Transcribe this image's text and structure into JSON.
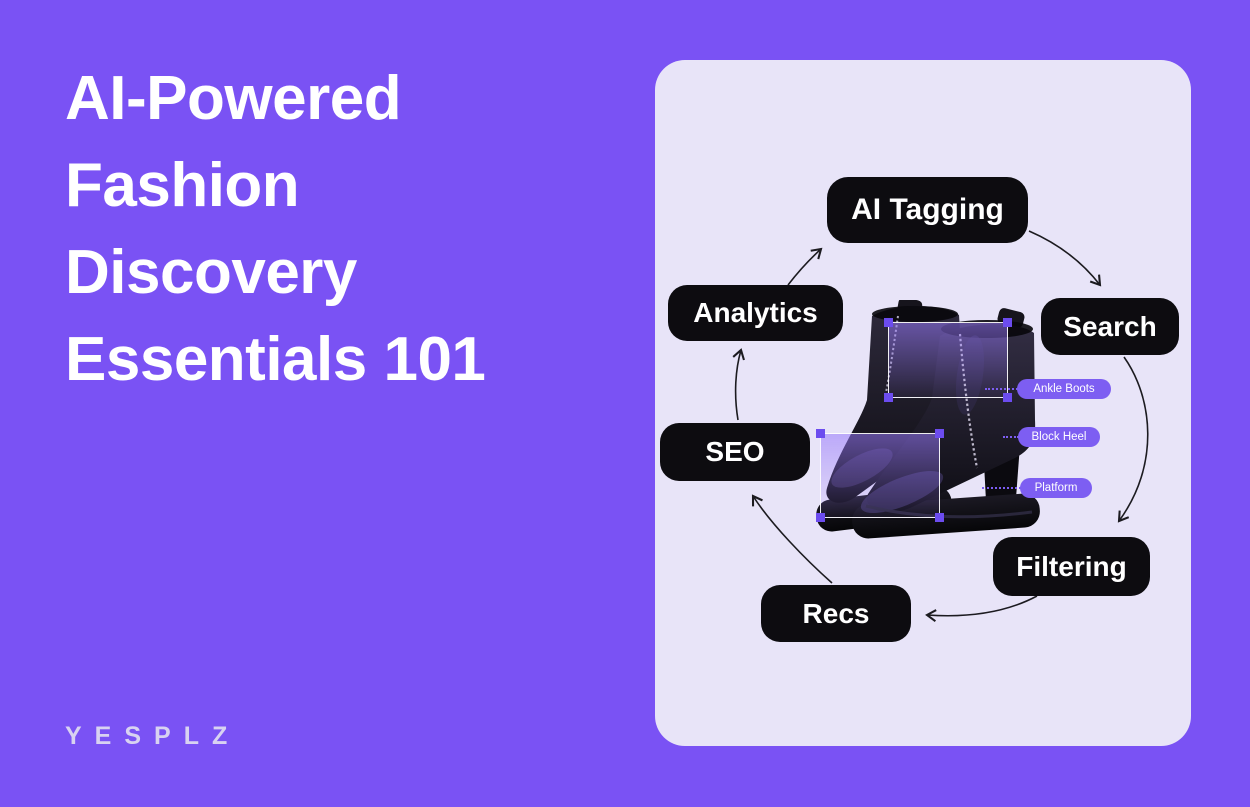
{
  "theme": {
    "background": "#7A52F4",
    "card_bg": "#E8E4F8",
    "node_bg": "#0D0C10",
    "node_text": "#FFFFFF",
    "tag_bg": "#7D5EF2",
    "tag_text": "#FFFFFF",
    "heading_color": "#FFFFFF",
    "logo_color": "#D8D2F1",
    "arrow_color": "#1C1B20",
    "handle_color": "#6C4CEF"
  },
  "hero": {
    "title": "AI-Powered Fashion Discovery Essentials 101",
    "title_lines": [
      "AI-Powered",
      "Fashion",
      "Discovery",
      "Essentials 101"
    ]
  },
  "brand": {
    "logo_text": "YESPLZ"
  },
  "diagram": {
    "type": "cycle",
    "cycle_order": [
      "AI Tagging",
      "Search",
      "Filtering",
      "Recs",
      "SEO",
      "Analytics"
    ],
    "nodes": [
      {
        "label": "AI Tagging"
      },
      {
        "label": "Search"
      },
      {
        "label": "Filtering"
      },
      {
        "label": "Recs"
      },
      {
        "label": "SEO"
      },
      {
        "label": "Analytics"
      }
    ],
    "product": {
      "description": "black platform ankle boots with AI detection bounding boxes",
      "tags": [
        {
          "label": "Ankle Boots"
        },
        {
          "label": "Block Heel"
        },
        {
          "label": "Platform"
        }
      ]
    }
  }
}
